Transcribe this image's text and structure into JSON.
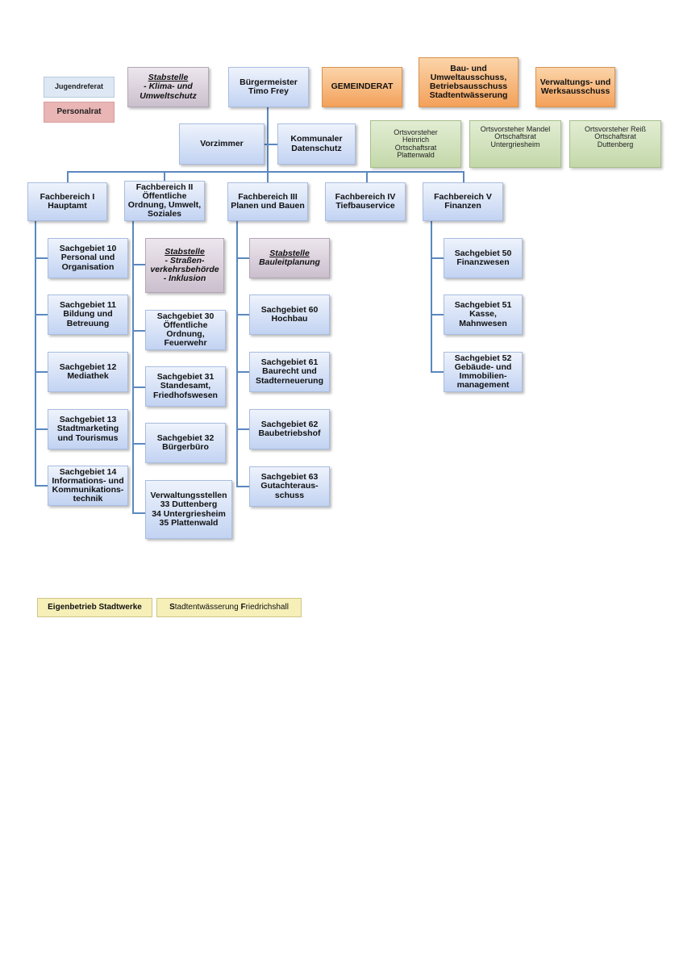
{
  "side_boxes": {
    "jugendreferat": "Jugendreferat",
    "personalrat": "Personalrat"
  },
  "top": {
    "stabstelle_klima": {
      "heading": "Stabstelle",
      "lines": [
        "- Klima- und",
        "Umweltschutz"
      ]
    },
    "buergermeister": {
      "lines": [
        "Bürgermeister",
        "Timo Frey"
      ]
    },
    "gemeinderat": "GEMEINDERAT",
    "bauausschuss": {
      "lines": [
        "Bau- und",
        "Umweltausschuss,",
        "Betriebsausschuss",
        "Stadtentwässerung"
      ]
    },
    "verwaltungsausschuss": {
      "lines": [
        "Verwaltungs- und",
        "Werksausschuss"
      ]
    },
    "vorzimmer": "Vorzimmer",
    "datenschutz": {
      "lines": [
        "Kommunaler",
        "Datenschutz"
      ]
    }
  },
  "ortsvorsteher": [
    {
      "lines": [
        "Ortsvorsteher",
        "Heinrich",
        "Ortschaftsrat",
        "Plattenwald"
      ]
    },
    {
      "lines": [
        "Ortsvorsteher Mandel",
        "Ortschaftsrat",
        "Untergriesheim"
      ]
    },
    {
      "lines": [
        "Ortsvorsteher Reiß",
        "Ortschaftsrat",
        "Duttenberg"
      ]
    }
  ],
  "fachbereiche": {
    "fb1": {
      "lines": [
        "Fachbereich I",
        "Hauptamt"
      ]
    },
    "fb2": {
      "lines": [
        "Fachbereich II",
        "Öffentliche",
        "Ordnung, Umwelt,",
        "Soziales"
      ]
    },
    "fb3": {
      "lines": [
        "Fachbereich III",
        "Planen und Bauen"
      ]
    },
    "fb4": {
      "lines": [
        "Fachbereich IV",
        "Tiefbauservice"
      ]
    },
    "fb5": {
      "lines": [
        "Fachbereich V",
        "Finanzen"
      ]
    }
  },
  "fb1_items": [
    {
      "lines": [
        "Sachgebiet 10",
        "Personal und",
        "Organisation"
      ]
    },
    {
      "lines": [
        "Sachgebiet 11",
        "Bildung und",
        "Betreuung"
      ]
    },
    {
      "lines": [
        "Sachgebiet 12",
        "Mediathek"
      ]
    },
    {
      "lines": [
        "Sachgebiet 13",
        "Stadtmarketing",
        "und Tourismus"
      ]
    },
    {
      "lines": [
        "Sachgebiet 14",
        "Informations- und",
        "Kommunikations-",
        "technik"
      ]
    }
  ],
  "fb2_stab": {
    "heading": "Stabstelle",
    "lines": [
      "- Straßen-",
      "verkehrsbehörde",
      "- Inklusion"
    ]
  },
  "fb2_items": [
    {
      "lines": [
        "Sachgebiet 30",
        "Öffentliche",
        "Ordnung,",
        "Feuerwehr"
      ]
    },
    {
      "lines": [
        "Sachgebiet 31",
        "Standesamt,",
        "Friedhofswesen"
      ]
    },
    {
      "lines": [
        "Sachgebiet 32",
        "Bürgerbüro"
      ]
    },
    {
      "lines": [
        "Verwaltungsstellen",
        "33 Duttenberg",
        "34 Untergriesheim",
        "35 Plattenwald"
      ]
    }
  ],
  "fb3_stab": {
    "heading": "Stabstelle",
    "lines": [
      "Bauleitplanung"
    ]
  },
  "fb3_items": [
    {
      "lines": [
        "Sachgebiet 60",
        "Hochbau"
      ]
    },
    {
      "lines": [
        "Sachgebiet 61",
        "Baurecht und",
        "Stadterneuerung"
      ]
    },
    {
      "lines": [
        "Sachgebiet 62",
        "Baubetriebshof"
      ]
    },
    {
      "lines": [
        "Sachgebiet 63",
        "Gutachteraus-",
        "schuss"
      ]
    }
  ],
  "fb5_items": [
    {
      "lines": [
        "Sachgebiet 50",
        "Finanzwesen"
      ]
    },
    {
      "lines": [
        "Sachgebiet 51",
        "Kasse,",
        "Mahnwesen"
      ]
    },
    {
      "lines": [
        "Sachgebiet 52",
        "Gebäude- und",
        "Immobilien-",
        "management"
      ]
    }
  ],
  "bottom": {
    "eigenbetrieb": "Eigenbetrieb Stadtwerke",
    "stadtentwaesserung_initial_1": "S",
    "stadtentwaesserung_text_1": "tadtentwässerung ",
    "stadtentwaesserung_initial_2": "F",
    "stadtentwaesserung_text_2": "riedrichshall"
  },
  "colors": {
    "connector": "#5b88c0",
    "unit_box": "#c2d3f2",
    "staff_box": "#cbbfcd",
    "committee_box": "#f3a15a",
    "ortsvorsteher_box": "#c3d8a9",
    "personalrat": "#e9b5b5",
    "jugendreferat": "#dde8f4",
    "eigenbetrieb": "#f6efb8"
  }
}
